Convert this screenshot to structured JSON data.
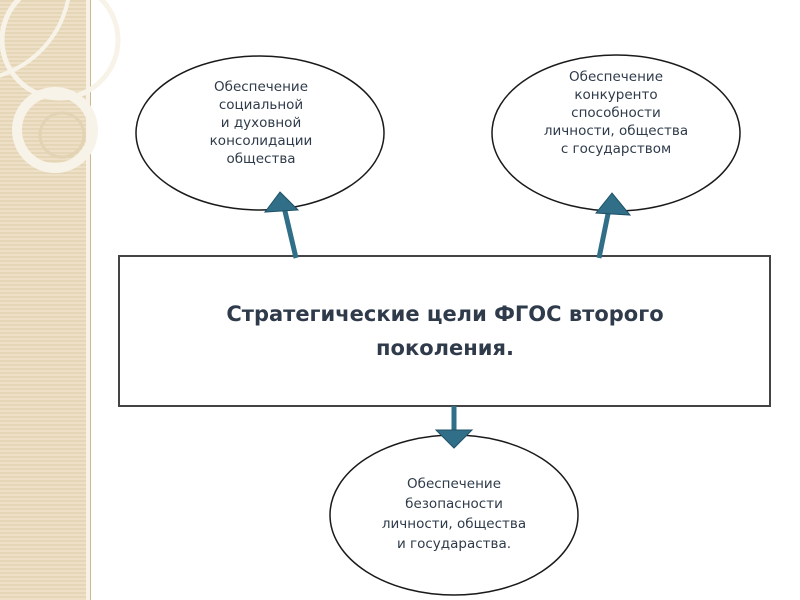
{
  "diagram": {
    "center": {
      "label": "Стратегические цели ФГОС второго\nпоколения."
    },
    "nodes": [
      {
        "id": "social",
        "label": "Обеспечение\nсоциальной\nи духовной\nконсолидации\nобщества"
      },
      {
        "id": "competitive",
        "label": "Обеспечение\nконкуренто\nспособности\nличности, общества\nс государством"
      },
      {
        "id": "security",
        "label": "Обеспечение\nбезопасности\nличности, общества\nи государаства."
      }
    ],
    "colors": {
      "arrow": "#316f89",
      "arrow_outline": "#1f5065",
      "ellipse_stroke": "#1a1a1a",
      "box_stroke": "#444444",
      "text": "#2f3b4a"
    }
  }
}
